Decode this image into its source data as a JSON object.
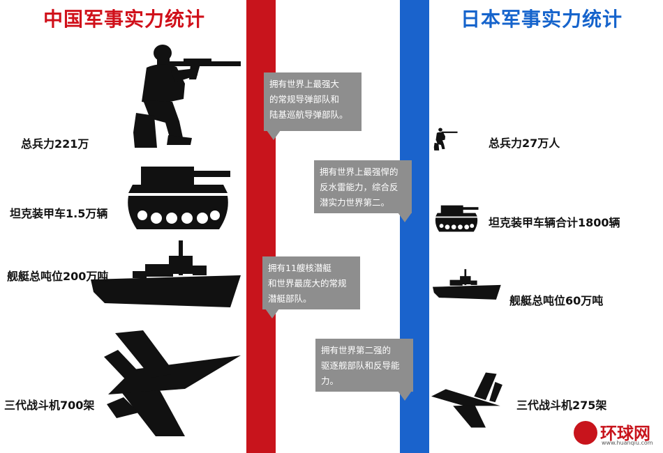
{
  "china": {
    "title": "中国军事实力统计",
    "stats": {
      "troops": "总兵力221万",
      "tanks": "坦克装甲车1.5万辆",
      "ships": "舰艇总吨位200万吨",
      "fighters": "三代战斗机700架"
    },
    "notes": {
      "missiles": "拥有世界上最强大\n的常规导弹部队和\n陆基巡航导弹部队。",
      "submarines": "拥有11艘核潜艇\n和世界最庞大的常规\n潜艇部队。"
    },
    "color": "#c8141c"
  },
  "japan": {
    "title": "日本军事实力统计",
    "stats": {
      "troops": "总兵力27万人",
      "tanks": "坦克装甲车辆合计1800辆",
      "ships": "舰艇总吨位60万吨",
      "fighters": "三代战斗机275架"
    },
    "notes": {
      "minesweeping": "拥有世界上最强悍的\n反水雷能力，综合反\n潜实力世界第二。",
      "destroyers": "拥有世界第二强的\n驱逐舰部队和反导能\n力。"
    },
    "color": "#1a63cc"
  },
  "logo": {
    "name": "环球网",
    "url": "www.huanqiu.com",
    "icon": "globe-icon"
  }
}
